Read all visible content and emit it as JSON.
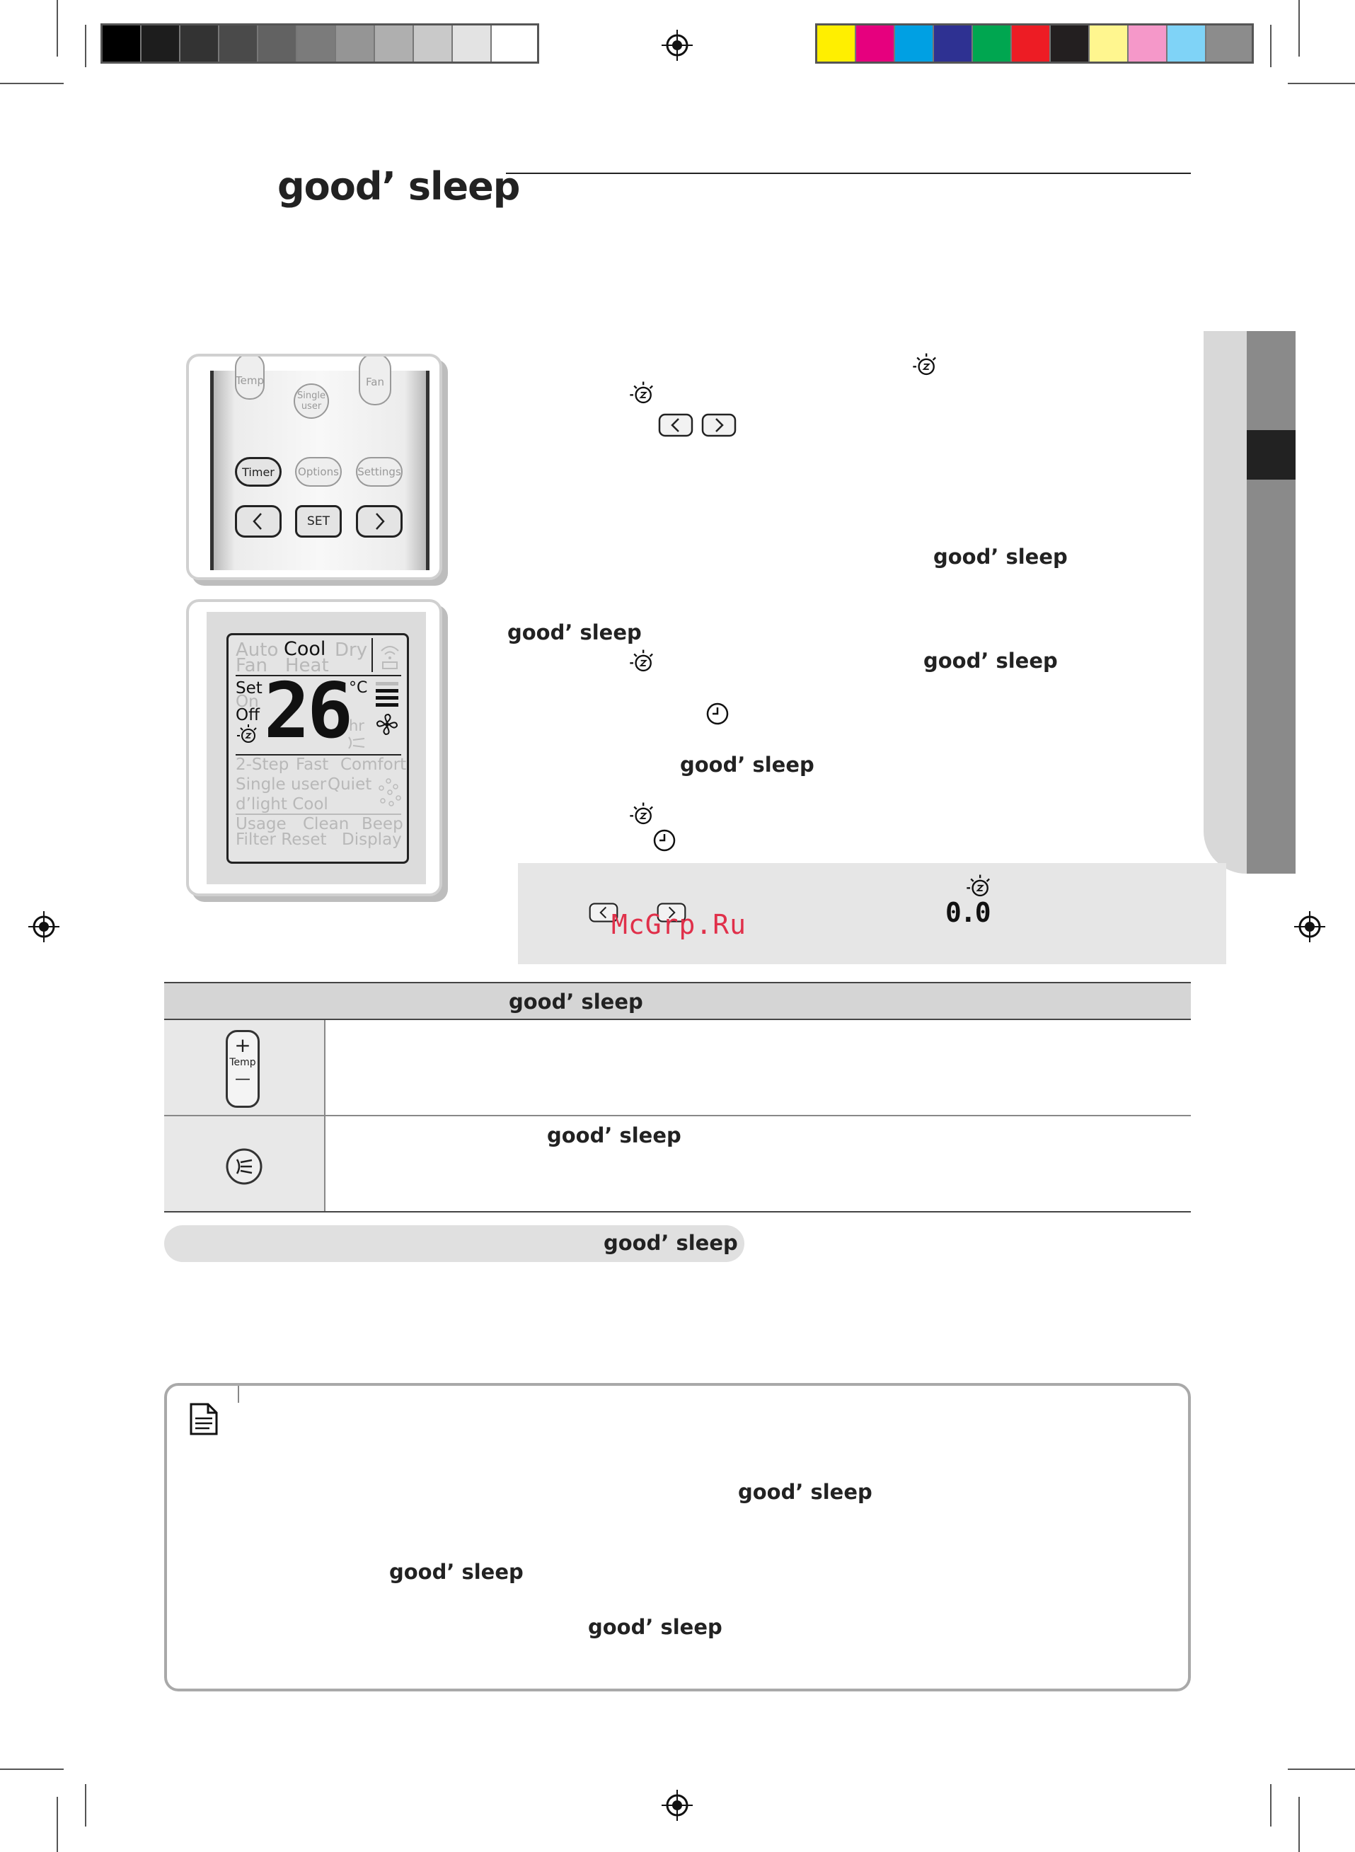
{
  "page": {
    "title": "good’ sleep",
    "colors": {
      "grays": [
        "#000000",
        "#1d1d1d",
        "#333333",
        "#4a4a4a",
        "#626262",
        "#7b7b7b",
        "#959595",
        "#afafaf",
        "#c9c9c9",
        "#e3e3e3",
        "#ffffff"
      ],
      "cmyk": [
        "#ffef00",
        "#e6007e",
        "#00a0e3",
        "#2e3192",
        "#00a650",
        "#ed1c24",
        "#231f20",
        "#fff68f",
        "#f598c9",
        "#7fd3f7",
        "#8c8c8c"
      ]
    }
  },
  "remote": {
    "top_labels": [
      "Temp",
      "Single user",
      "Fan"
    ],
    "buttons": [
      "Timer",
      "Options",
      "Settings"
    ],
    "set_label": "SET"
  },
  "lcd": {
    "modes_row1": [
      "Auto",
      "Cool",
      "Dry"
    ],
    "modes_row2": [
      "Fan",
      "Heat"
    ],
    "set": "Set",
    "on": "On",
    "off": "Off",
    "temperature": "26",
    "unit": "°C",
    "hr": "hr",
    "row_a": [
      "2-Step",
      "Fast",
      "Comfort"
    ],
    "row_b": [
      "Single user",
      "Quiet"
    ],
    "row_c": [
      "d’light Cool"
    ],
    "row_d": [
      "Usage",
      "Clean",
      "Beep"
    ],
    "row_e": [
      "Filter Reset",
      "Display"
    ]
  },
  "instructions": {
    "good_sleep_label": "good’ sleep",
    "display_value": "0.0"
  },
  "table": {
    "header": "good’ sleep",
    "row1_button_labels": [
      "+",
      "Temp",
      "—"
    ],
    "row2_text": "good’ sleep"
  },
  "pill": {
    "label": "good’ sleep"
  },
  "notes": {
    "items": [
      "good’ sleep",
      "good’ sleep",
      "good’ sleep"
    ]
  },
  "watermark": "McGrp.Ru"
}
